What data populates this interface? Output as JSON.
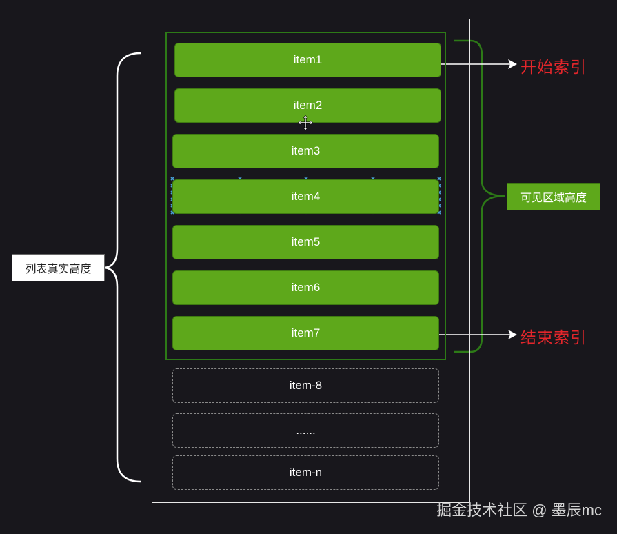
{
  "items_visible": [
    "item1",
    "item2",
    "item3",
    "item4",
    "item5",
    "item6",
    "item7"
  ],
  "items_hidden": [
    "item-8",
    "......",
    "item-n"
  ],
  "labels": {
    "list_real_height": "列表真实高度",
    "visible_area_height": "可见区域高度",
    "start_index": "开始索引",
    "end_index": "结束索引"
  },
  "watermark": "掘金技术社区 @ 墨辰mc",
  "colors": {
    "background": "#18171c",
    "item_green": "#5ea81b",
    "viewport_border": "#2d7a17",
    "index_red": "#e3262b",
    "selection_handles": "#4a9fd6"
  }
}
